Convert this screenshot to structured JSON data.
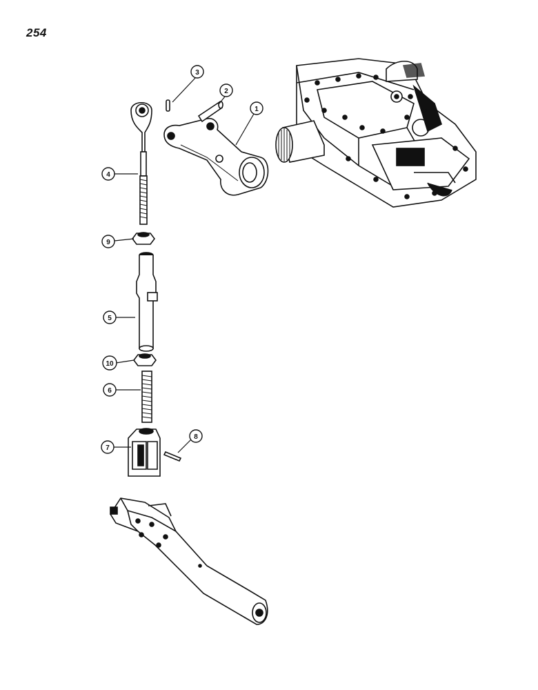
{
  "page": {
    "number": "254"
  },
  "callouts": [
    {
      "id": "1",
      "label": "1",
      "part": "lift-arm"
    },
    {
      "id": "2",
      "label": "2",
      "part": "pin"
    },
    {
      "id": "3",
      "label": "3",
      "part": "cotter-pin"
    },
    {
      "id": "4",
      "label": "4",
      "part": "upper-rod"
    },
    {
      "id": "5",
      "label": "5",
      "part": "adjusting-sleeve"
    },
    {
      "id": "6",
      "label": "6",
      "part": "lower-rod"
    },
    {
      "id": "7",
      "label": "7",
      "part": "clevis"
    },
    {
      "id": "8",
      "label": "8",
      "part": "clevis-pin"
    },
    {
      "id": "9",
      "label": "9",
      "part": "jam-nut-upper"
    },
    {
      "id": "10",
      "label": "10",
      "part": "jam-nut-lower"
    }
  ]
}
